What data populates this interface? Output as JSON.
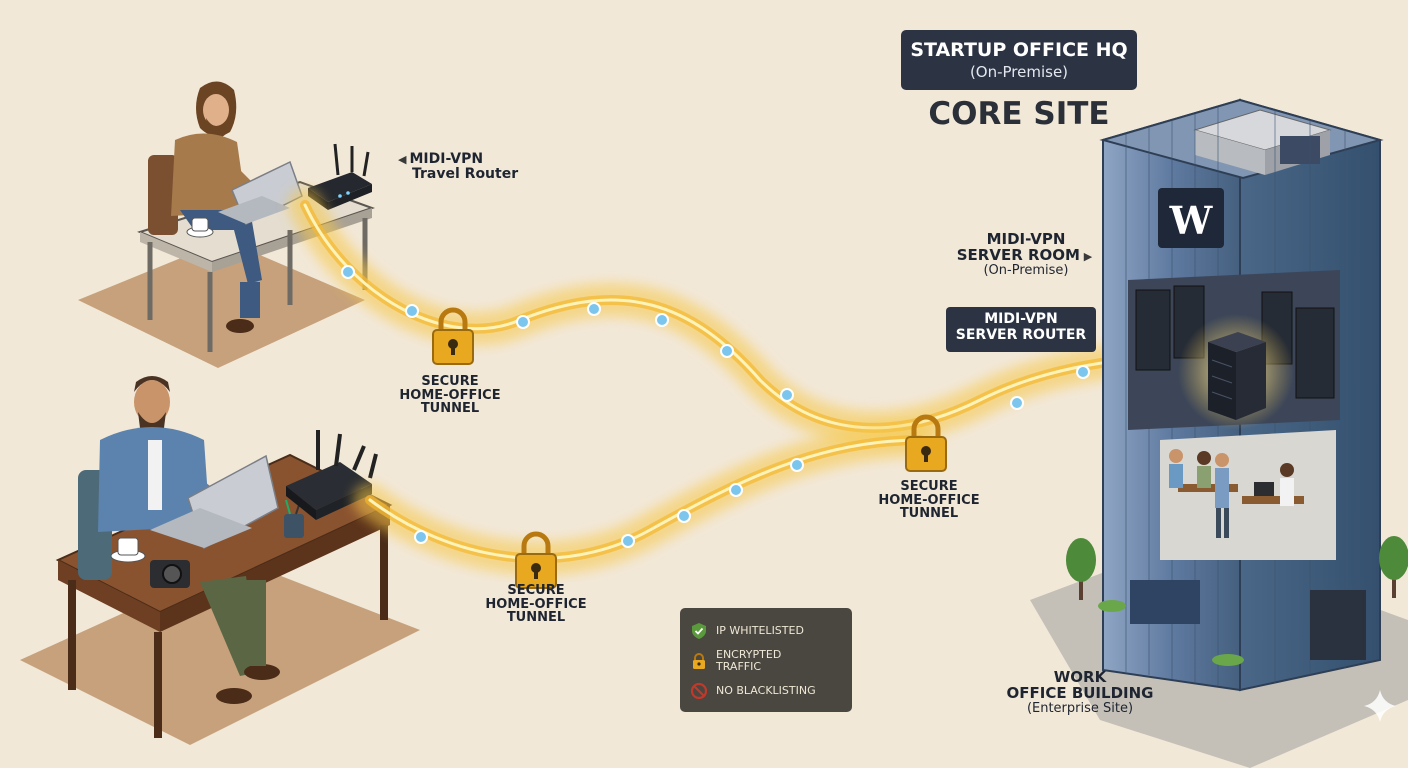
{
  "hq": {
    "title": "STARTUP OFFICE HQ",
    "subtitle": "(On-Premise)",
    "core_site": "CORE SITE"
  },
  "travel_router_label": {
    "line1": "MIDI-VPN",
    "line2": "Travel Router"
  },
  "server_room_label": {
    "line1": "MIDI-VPN",
    "line2": "SERVER ROOM",
    "line3": "(On-Premise)"
  },
  "server_router_label": {
    "line1": "MIDI-VPN",
    "line2": "SERVER ROUTER"
  },
  "tunnels": [
    {
      "line1": "SECURE",
      "line2": "HOME-OFFICE",
      "line3": "TUNNEL"
    },
    {
      "line1": "SECURE",
      "line2": "HOME-OFFICE",
      "line3": "TUNNEL"
    },
    {
      "line1": "SECURE",
      "line2": "HOME-OFFICE",
      "line3": "TUNNEL"
    }
  ],
  "building_label": {
    "line1": "WORK",
    "line2": "OFFICE BUILDING",
    "line3": "(Enterprise Site)"
  },
  "building_logo": "W",
  "legend": [
    {
      "icon": "shield-check-icon",
      "text": "IP WHITELISTED",
      "color": "#5a9a3c"
    },
    {
      "icon": "padlock-icon",
      "text": "ENCRYPTED TRAFFIC",
      "color": "#e8a820"
    },
    {
      "icon": "no-entry-icon",
      "text": "NO BLACKLISTING",
      "color": "#c0392b"
    }
  ],
  "colors": {
    "background": "#f2e8d8",
    "tunnel_glow": "#f6c84a",
    "tunnel_core": "#fff3b8",
    "padlock": "#e8a820",
    "node": "#7cc6ee",
    "label_box": "#2c3443",
    "building_glass": "#6e86a8"
  }
}
